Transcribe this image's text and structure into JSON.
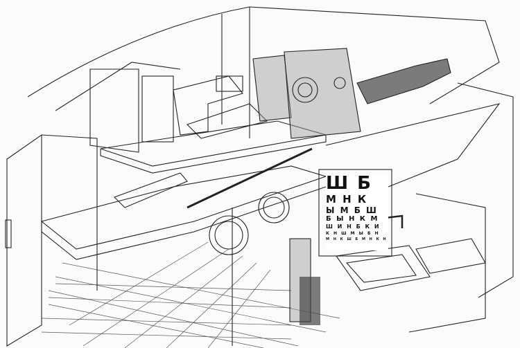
{
  "drawing": {
    "eye_chart_rows": [
      "Ш Б",
      "М Н К",
      "Ы М Б Ш",
      "Б Ы Н К М",
      "Ш И Н Б К И",
      "К Н Ш М Ы Б Н",
      "М Н К Ш Б М Н К Н"
    ]
  }
}
